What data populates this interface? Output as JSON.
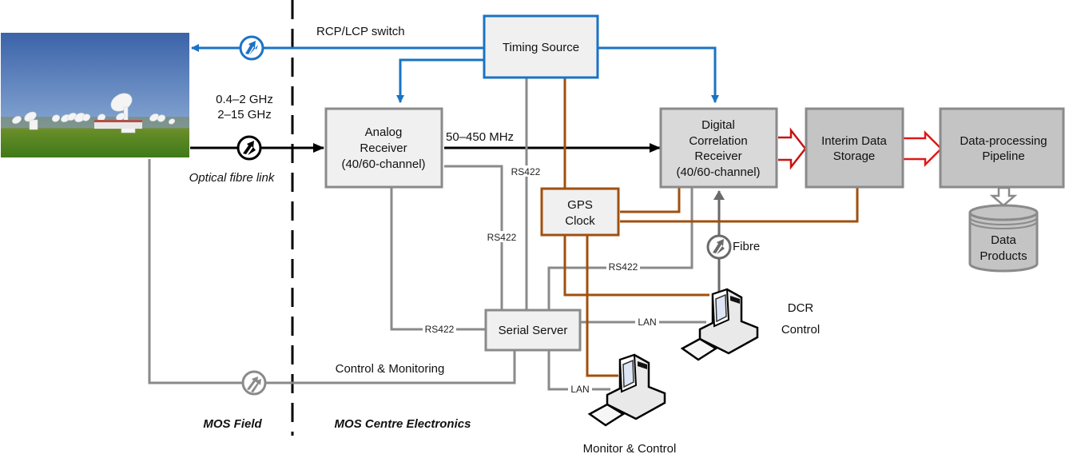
{
  "colors": {
    "blue": "#1a73c4",
    "brown": "#a0500f",
    "grey": "#8a8a8a",
    "dark_grey": "#6a6a6a",
    "black": "#000000",
    "red": "#d01818",
    "box_light": "#f0f0f0",
    "box_mid": "#d9d9d9",
    "box_dark": "#c4c4c4"
  },
  "photo": {
    "alt": "Antenna array field photograph"
  },
  "labels": {
    "rcp_lcp": "RCP/LCP switch",
    "freq1": "0.4–2 GHz",
    "freq2": "2–15 GHz",
    "optical": "Optical fibre link",
    "if_band": "50–450 MHz",
    "control_monitoring": "Control & Monitoring",
    "mos_field": "MOS Field",
    "mos_centre": "MOS Centre Electronics",
    "fibre": "Fibre",
    "rs422_a": "RS422",
    "rs422_b": "RS422",
    "rs422_c": "RS422",
    "rs422_d": "RS422",
    "lan_a": "LAN",
    "lan_b": "LAN",
    "dcr_control_1": "DCR",
    "dcr_control_2": "Control",
    "monitor_control": "Monitor & Control"
  },
  "boxes": {
    "timing": {
      "lines": [
        "Timing Source"
      ]
    },
    "analog": {
      "lines": [
        "Analog",
        "Receiver",
        "(40/60-channel)"
      ]
    },
    "digital": {
      "lines": [
        "Digital",
        "Correlation",
        "Receiver",
        "(40/60-channel)"
      ]
    },
    "interim": {
      "lines": [
        "Interim Data",
        "Storage"
      ]
    },
    "pipeline": {
      "lines": [
        "Data-processing",
        "Pipeline"
      ]
    },
    "gps": {
      "lines": [
        "GPS",
        "Clock"
      ]
    },
    "serial": {
      "lines": [
        "Serial Server"
      ]
    },
    "products": {
      "lines": [
        "Data",
        "Products"
      ]
    }
  }
}
